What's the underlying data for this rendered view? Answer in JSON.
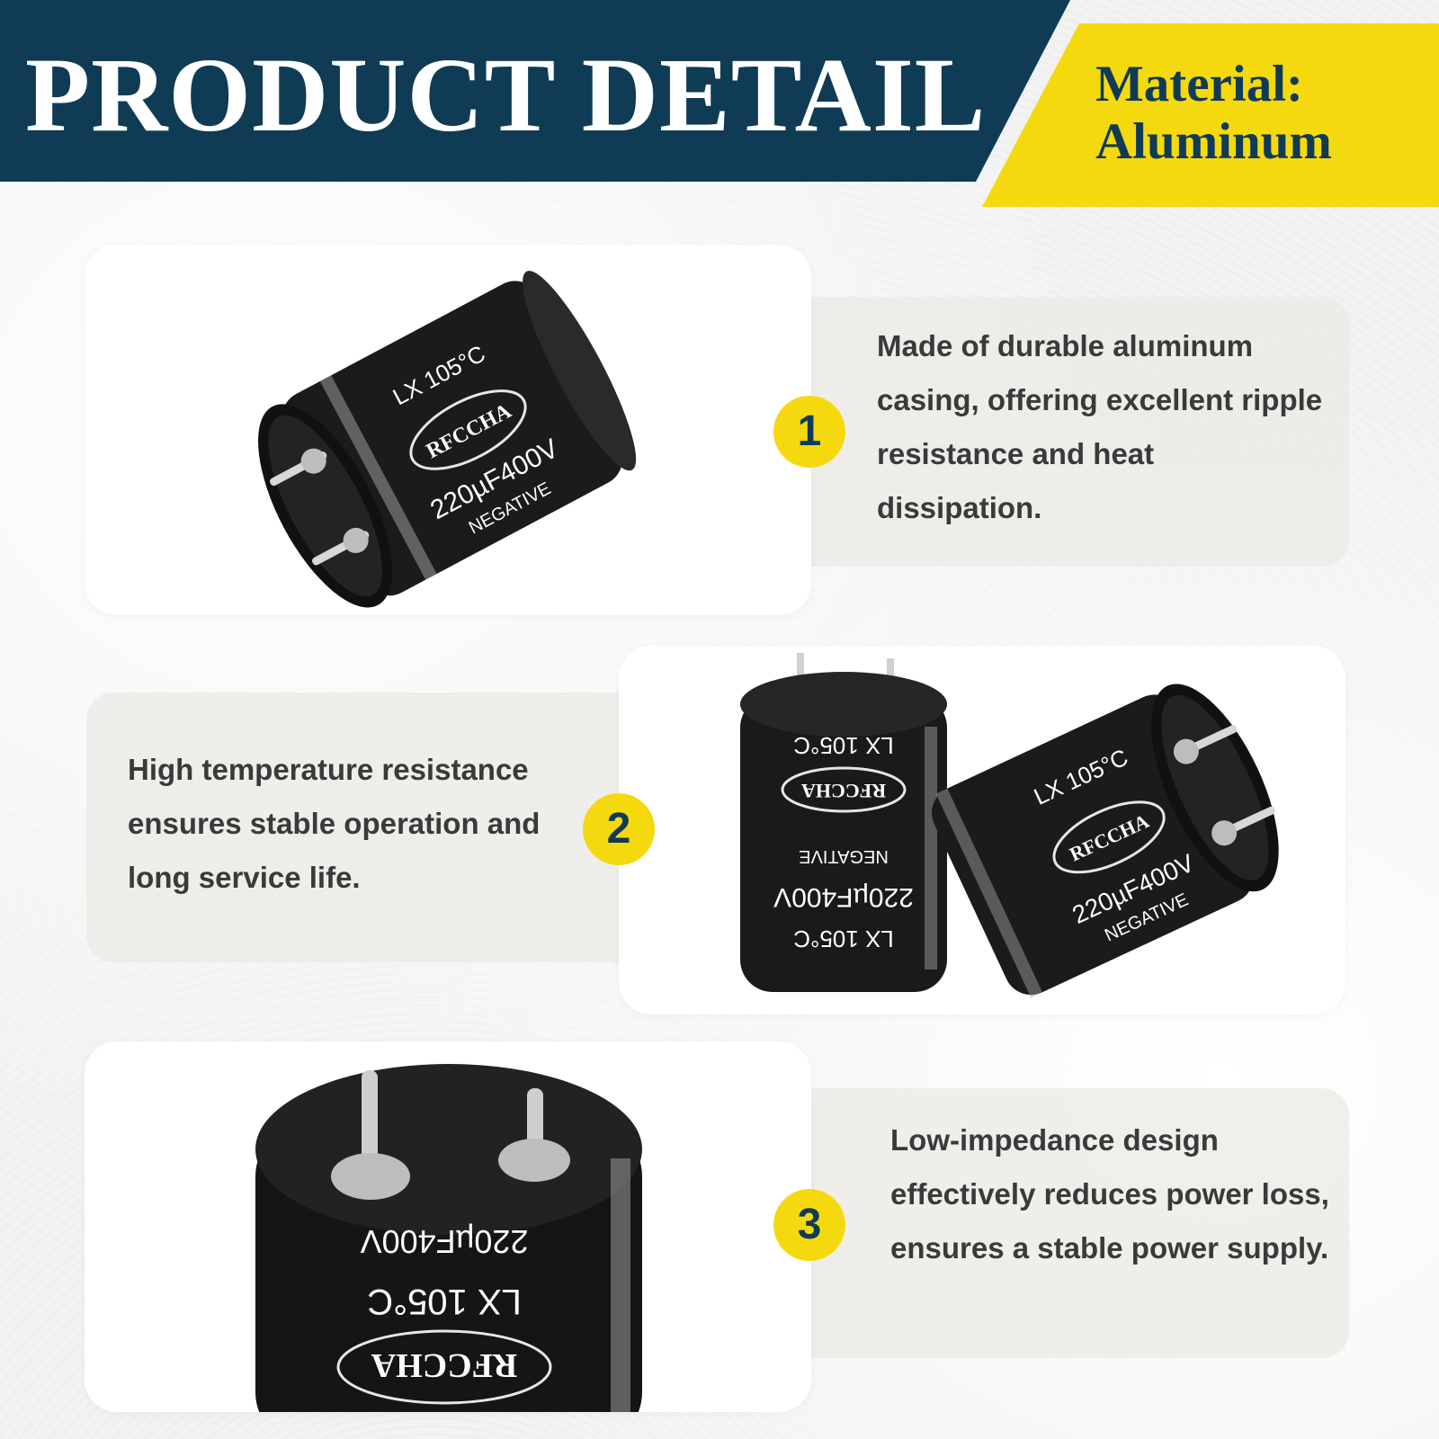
{
  "header": {
    "title": "PRODUCT DETAIL",
    "material_line1": "Material:",
    "material_line2": "Aluminum"
  },
  "features": [
    {
      "number": "1",
      "text": "Made of durable aluminum casing, offering excellent ripple resistance and heat dissipation."
    },
    {
      "number": "2",
      "text": "High temperature resistance ensures stable operation and long service life."
    },
    {
      "number": "3",
      "text": "Low-impedance design effectively reduces power loss, ensures a stable power supply."
    }
  ],
  "capacitor_marking": {
    "brand": "RFCCHA",
    "series": "LX 105°C",
    "rating": "220µF400V",
    "polarity": "NEGATIVE"
  },
  "colors": {
    "header_navy": "#0f3b55",
    "accent_yellow": "#f5d90f",
    "capacitor_black": "#161616"
  }
}
